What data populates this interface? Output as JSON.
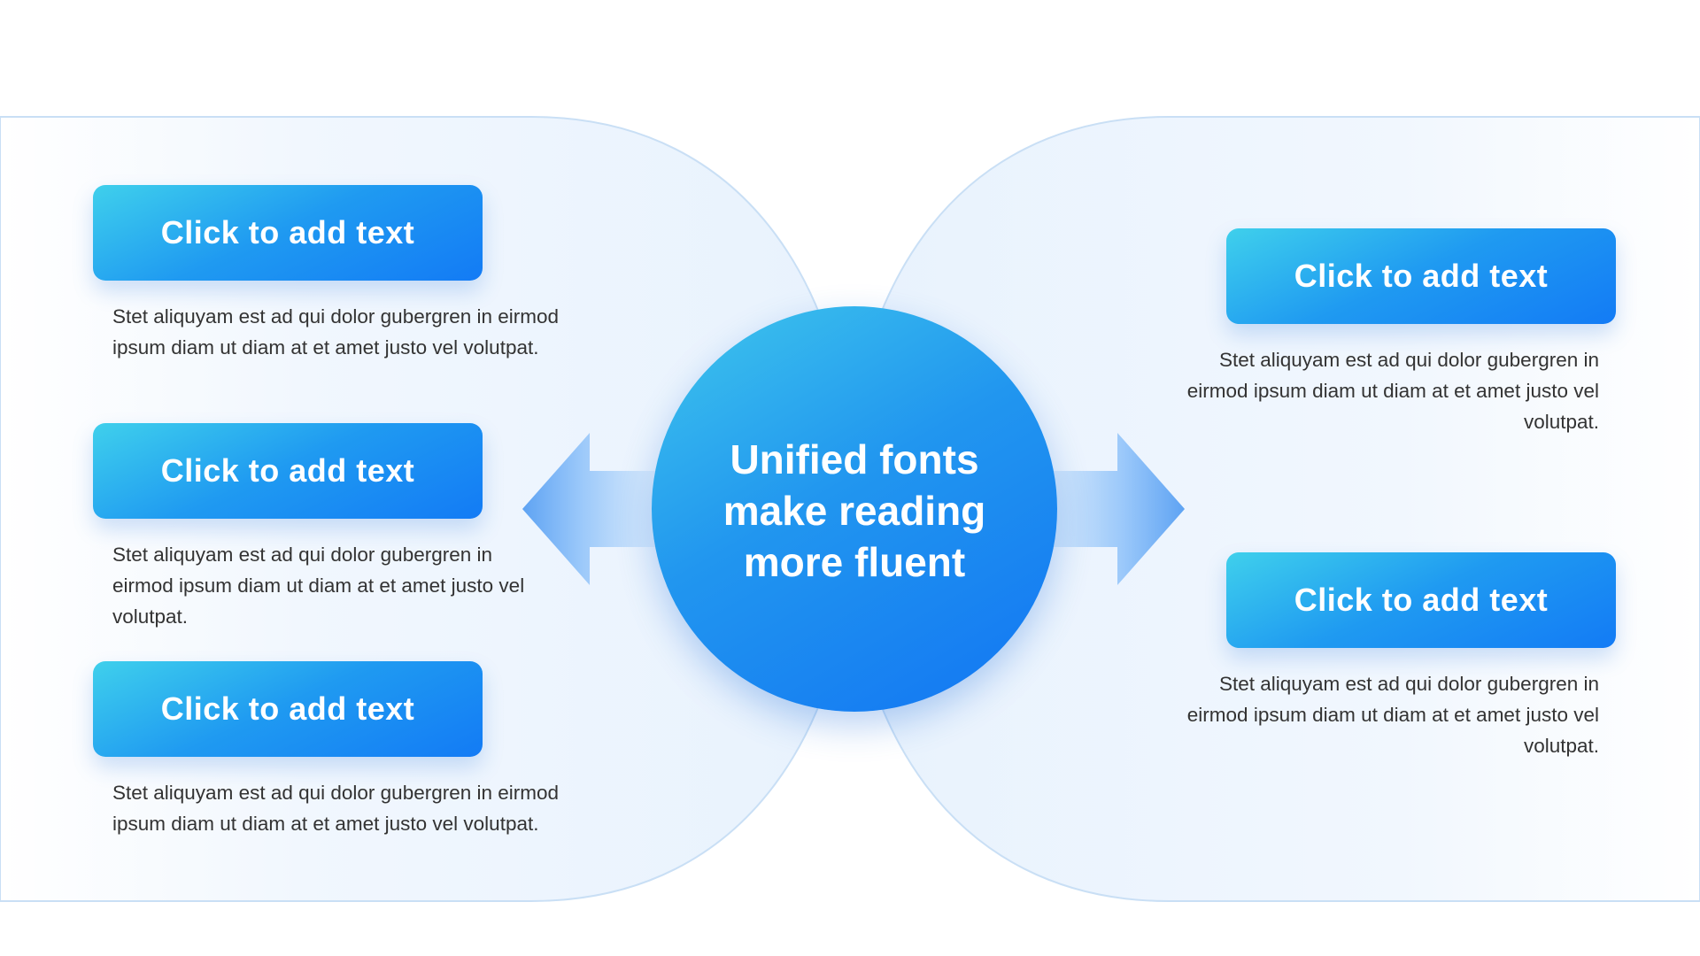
{
  "center": {
    "text": "Unified fonts make reading more fluent"
  },
  "left_items": [
    {
      "title": "Click to add text",
      "description": "Stet aliquyam est ad qui dolor gubergren in eirmod ipsum diam ut diam at et amet justo vel volutpat."
    },
    {
      "title": "Click to add text",
      "description": "Stet aliquyam est ad qui dolor gubergren in eirmod ipsum diam ut diam at et amet justo vel volutpat."
    },
    {
      "title": "Click to add text",
      "description": "Stet aliquyam est ad qui dolor gubergren in eirmod ipsum diam ut diam at et amet justo vel volutpat."
    }
  ],
  "right_items": [
    {
      "title": "Click to add text",
      "description": "Stet aliquyam est ad qui dolor gubergren in eirmod ipsum diam ut diam at et amet justo vel volutpat."
    },
    {
      "title": "Click to add text",
      "description": "Stet aliquyam est ad qui dolor gubergren in eirmod ipsum diam ut diam at et amet justo vel volutpat."
    }
  ],
  "colors": {
    "accent_light": "#3fd0ec",
    "accent_dark": "#137bf5",
    "panel_fill": "#eaf3fd",
    "panel_stroke": "#c4dcf4",
    "body_text": "#333333"
  }
}
